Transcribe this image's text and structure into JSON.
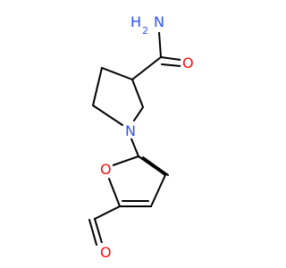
{
  "molecule": {
    "atoms": {
      "amide_n": {
        "label": "N",
        "color": "#3050F8"
      },
      "amide_h": {
        "label": "H",
        "color": "#3050F8"
      },
      "amide_h2": {
        "label": "2",
        "color": "#3050F8"
      },
      "carbonyl_o": {
        "label": "O",
        "color": "#FF0D0D"
      },
      "ring_n": {
        "label": "N",
        "color": "#3050F8"
      },
      "furan_o": {
        "label": "O",
        "color": "#FF0D0D"
      },
      "aldehyde_o": {
        "label": "O",
        "color": "#FF0D0D"
      }
    },
    "bond_color": "#000000"
  }
}
